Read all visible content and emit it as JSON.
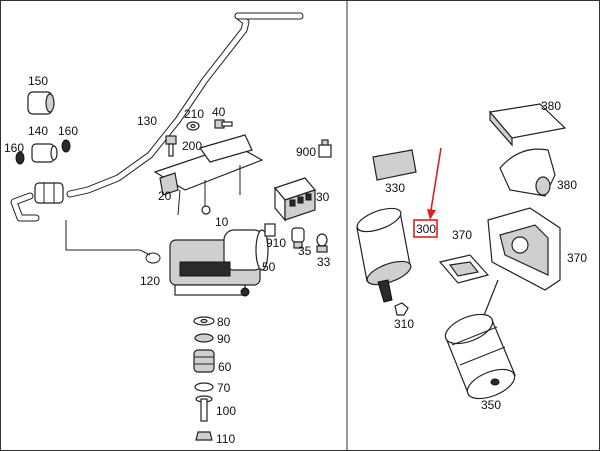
{
  "labels": {
    "p150": "150",
    "p140": "140",
    "p160a": "160",
    "p160b": "160",
    "p130": "130",
    "p210": "210",
    "p40": "40",
    "p200": "200",
    "p900": "900",
    "p20": "20",
    "p30": "30",
    "p10": "10",
    "p910": "910",
    "p35": "35",
    "p33": "33",
    "p120": "120",
    "p50": "50",
    "p80": "80",
    "p90": "90",
    "p60": "60",
    "p70": "70",
    "p100": "100",
    "p110": "110",
    "p380a": "380",
    "p380b": "380",
    "p330": "330",
    "p300": "300",
    "p370a": "370",
    "p370b": "370",
    "p310": "310",
    "p350": "350"
  },
  "colors": {
    "highlight": "#e02020",
    "line": "#222222",
    "fill_gray": "#cfcfcf"
  }
}
